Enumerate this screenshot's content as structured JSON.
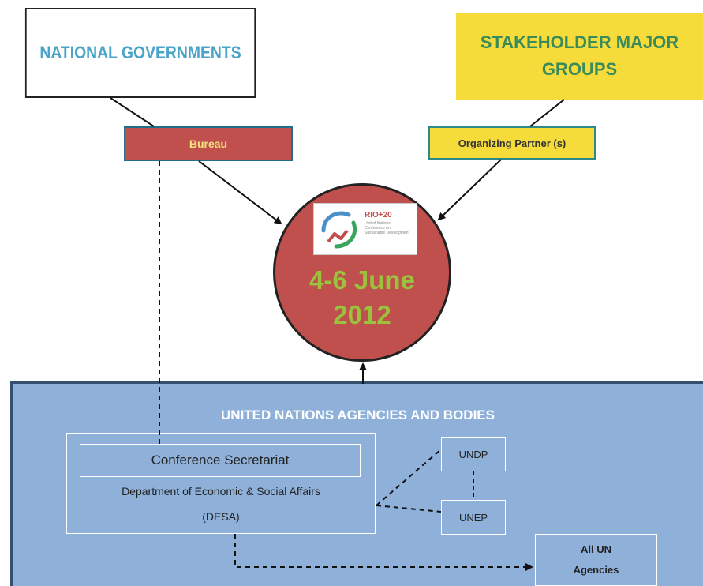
{
  "national_governments": {
    "label": "NATIONAL GOVERNMENTS"
  },
  "stakeholder_groups": {
    "line1": "STAKEHOLDER MAJOR",
    "line2": "GROUPS"
  },
  "bureau": {
    "label": "Bureau"
  },
  "organizing_partner": {
    "label": "Organizing Partner (s)"
  },
  "conference": {
    "logo_title": "RIO+20",
    "logo_subtitle": "United Nations Conference on Sustainable Development",
    "dates_line1": "4-6 June",
    "dates_line2": "2012"
  },
  "un_panel": {
    "title": "UNITED NATIONS AGENCIES AND BODIES",
    "secretariat": "Conference Secretariat",
    "desa_line1": "Department of Economic & Social Affairs",
    "desa_line2": "(DESA)",
    "undp": "UNDP",
    "unep": "UNEP",
    "all_un_line1": "All UN",
    "all_un_line2": "Agencies"
  },
  "colors": {
    "bureau_fill": "#c0504d",
    "stakeholder_fill": "#f5dc3a",
    "conference_fill": "#c0504d",
    "un_panel_fill": "#8fb1d9",
    "national_text": "#4aa3c8",
    "dates_text": "#9ac23c"
  }
}
